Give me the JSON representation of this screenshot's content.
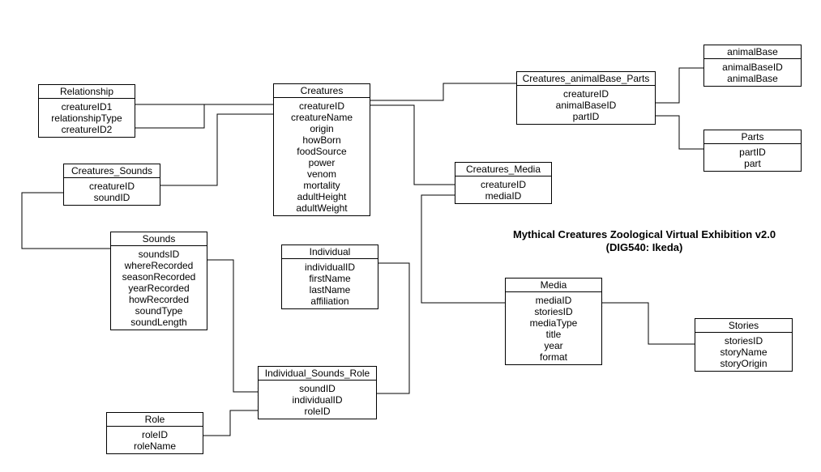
{
  "diagram": {
    "title": "Mythical Creatures Zoological Virtual Exhibition v2.0",
    "subtitle": "(DIG540: Ikeda)"
  },
  "entities": [
    {
      "id": "relationship",
      "name": "Relationship",
      "fields": [
        "creatureID1",
        "relationshipType",
        "creatureID2"
      ]
    },
    {
      "id": "creatures",
      "name": "Creatures",
      "fields": [
        "creatureID",
        "creatureName",
        "origin",
        "howBorn",
        "foodSource",
        "power",
        "venom",
        "mortality",
        "adultHeight",
        "adultWeight"
      ]
    },
    {
      "id": "creatures-animalbase-parts",
      "name": "Creatures_animalBase_Parts",
      "fields": [
        "creatureID",
        "animalBaseID",
        "partID"
      ]
    },
    {
      "id": "animalbase",
      "name": "animalBase",
      "fields": [
        "animalBaseID",
        "animalBase"
      ]
    },
    {
      "id": "parts",
      "name": "Parts",
      "fields": [
        "partID",
        "part"
      ]
    },
    {
      "id": "creatures-sounds",
      "name": "Creatures_Sounds",
      "fields": [
        "creatureID",
        "soundID"
      ]
    },
    {
      "id": "creatures-media",
      "name": "Creatures_Media",
      "fields": [
        "creatureID",
        "mediaID"
      ]
    },
    {
      "id": "sounds",
      "name": "Sounds",
      "fields": [
        "soundsID",
        "whereRecorded",
        "seasonRecorded",
        "yearRecorded",
        "howRecorded",
        "soundType",
        "soundLength"
      ]
    },
    {
      "id": "individual",
      "name": "Individual",
      "fields": [
        "individualID",
        "firstName",
        "lastName",
        "affiliation"
      ]
    },
    {
      "id": "media",
      "name": "Media",
      "fields": [
        "mediaID",
        "storiesID",
        "mediaType",
        "title",
        "year",
        "format"
      ]
    },
    {
      "id": "stories",
      "name": "Stories",
      "fields": [
        "storiesID",
        "storyName",
        "storyOrigin"
      ]
    },
    {
      "id": "individual-sounds-role",
      "name": "Individual_Sounds_Role",
      "fields": [
        "soundID",
        "individualID",
        "roleID"
      ]
    },
    {
      "id": "role",
      "name": "Role",
      "fields": [
        "roleID",
        "roleName"
      ]
    }
  ],
  "relationships": [
    {
      "from": "relationship",
      "to": "creatures",
      "from_end": "many",
      "to_end": "many"
    },
    {
      "from": "relationship",
      "to": "creatures",
      "from_end": "many",
      "to_end": "many"
    },
    {
      "from": "creatures-sounds",
      "to": "creatures",
      "from_end": "many",
      "to_end": "none"
    },
    {
      "from": "creatures",
      "to": "creatures-animalbase-parts",
      "from_end": "none",
      "to_end": "one"
    },
    {
      "from": "creatures-animalbase-parts",
      "to": "animalbase",
      "from_end": "many",
      "to_end": "none"
    },
    {
      "from": "creatures-animalbase-parts",
      "to": "parts",
      "from_end": "one",
      "to_end": "none"
    },
    {
      "from": "creatures",
      "to": "creatures-media",
      "from_end": "many",
      "to_end": "many"
    },
    {
      "from": "creatures-media",
      "to": "media",
      "from_end": "many",
      "to_end": "many"
    },
    {
      "from": "media",
      "to": "stories",
      "from_end": "one",
      "to_end": "none"
    },
    {
      "from": "creatures-sounds",
      "to": "sounds",
      "from_end": "one",
      "to_end": "none"
    },
    {
      "from": "sounds",
      "to": "individual-sounds-role",
      "from_end": "none",
      "to_end": "many"
    },
    {
      "from": "individual",
      "to": "individual-sounds-role",
      "from_end": "none",
      "to_end": "many"
    },
    {
      "from": "role",
      "to": "individual-sounds-role",
      "from_end": "none",
      "to_end": "one"
    }
  ]
}
